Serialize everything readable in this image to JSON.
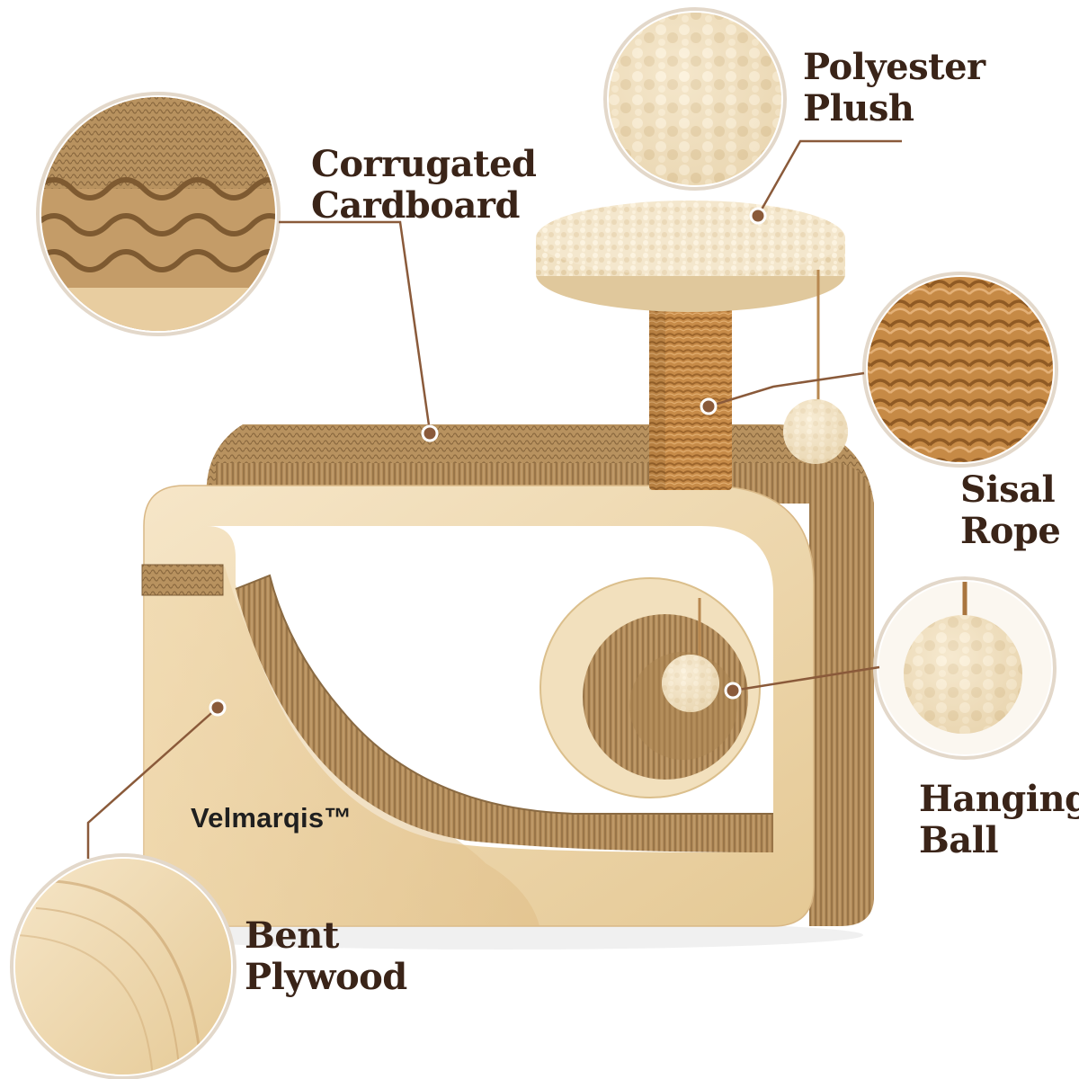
{
  "brand": {
    "name": "Velmarqis™"
  },
  "callouts": {
    "corrugated": {
      "line1": "Corrugated",
      "line2": "Cardboard",
      "icon": "corrugated-cardboard-closeup"
    },
    "plush": {
      "line1": "Polyester",
      "line2": "Plush",
      "icon": "polyester-plush-closeup"
    },
    "sisal": {
      "line1": "Sisal",
      "line2": "Rope",
      "icon": "sisal-rope-closeup"
    },
    "ball": {
      "line1": "Hanging",
      "line2": "Ball",
      "icon": "hanging-ball-closeup"
    },
    "plywood": {
      "line1": "Bent",
      "line2": "Plywood",
      "icon": "bent-plywood-closeup"
    }
  },
  "colors": {
    "label_text": "#3a2418",
    "leader_line": "#8a5a3a",
    "cardboard": "#b08a5c",
    "plywood": "#ecd6ae",
    "plush": "#f1e2c6",
    "sisal": "#c98d4e"
  }
}
